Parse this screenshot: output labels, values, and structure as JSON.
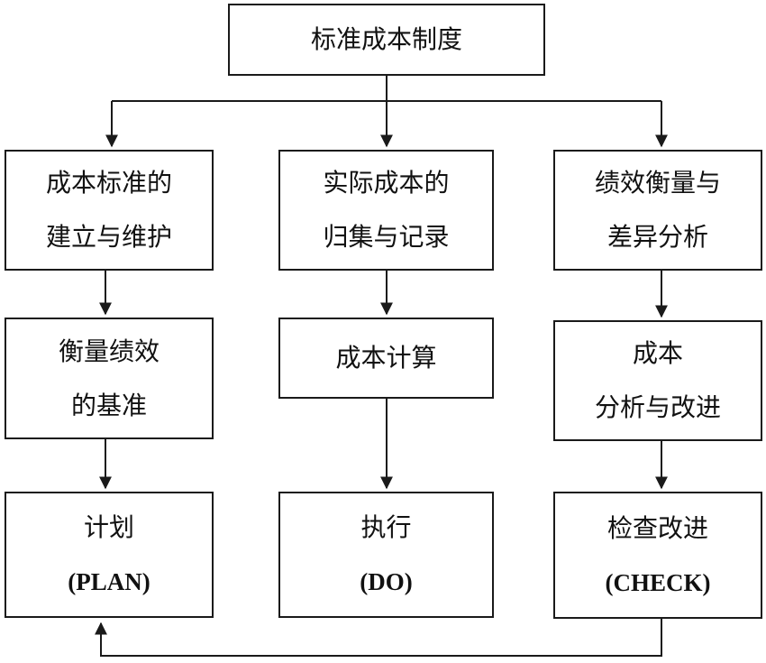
{
  "title": "标准成本制度",
  "columns": [
    {
      "top": [
        "成本标准的",
        "建立与维护"
      ],
      "middle": [
        "衡量绩效",
        "的基准"
      ],
      "bottom": [
        "计划",
        "(PLAN)"
      ]
    },
    {
      "top": [
        "实际成本的",
        "归集与记录"
      ],
      "middle": [
        "成本计算"
      ],
      "bottom": [
        "执行",
        "(DO)"
      ]
    },
    {
      "top": [
        "绩效衡量与",
        "差异分析"
      ],
      "middle": [
        "成本",
        "分析与改进"
      ],
      "bottom": [
        "检查改进",
        "(CHECK)"
      ]
    }
  ],
  "colors": {
    "line": "#1a1a1a",
    "text": "#111111",
    "background": "#ffffff"
  }
}
